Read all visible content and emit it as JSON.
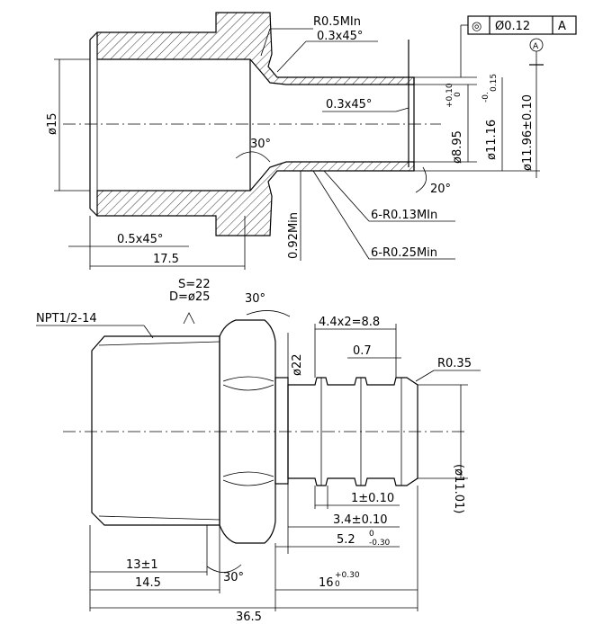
{
  "top_view": {
    "dia_15": "ø15",
    "r05min": "R0.5MIn",
    "chamfer_outer": "0.3x45°",
    "chamfer_inner": "0.3x45°",
    "angle_30": "30°",
    "angle_20": "20°",
    "dia_895": "ø8.95",
    "dia_895_tol_upper": "+0.10",
    "dia_895_tol_lower": "0",
    "dia_1116": "ø11.16",
    "dia_1116_tol_upper": "-0.",
    "dia_1116_tol_lower": "0.15",
    "dia_1196": "ø11.96±0.10",
    "dim_092min": "0.92Min",
    "r013": "6-R0.13MIn",
    "r025": "6-R0.25Min",
    "chamfer_05": "0.5x45°",
    "len_175": "17.5",
    "gdt_symbol": "◎",
    "gdt_tolerance": "Ø0.12",
    "gdt_datum": "A",
    "datum_label": "A"
  },
  "bottom_view": {
    "hex_s": "S=22",
    "hex_d": "D=ø25",
    "angle_30_top": "30°",
    "thread": "NPT1/2-14",
    "pitch": "4.4x2=8.8",
    "dia_22": "ø22",
    "len_07": "0.7",
    "r035": "R0.35",
    "dia_1101": "(ø11.01)",
    "len_1": "1±0.10",
    "len_34": "3.4±0.10",
    "len_52": "5.2",
    "len_52_tol_upper": "0",
    "len_52_tol_lower": "-0.30",
    "len_13": "13±1",
    "angle_30_bottom": "30°",
    "len_145": "14.5",
    "len_16": "16",
    "len_16_tol_upper": "+0.30",
    "len_16_tol_lower": "0",
    "len_365": "36.5"
  }
}
